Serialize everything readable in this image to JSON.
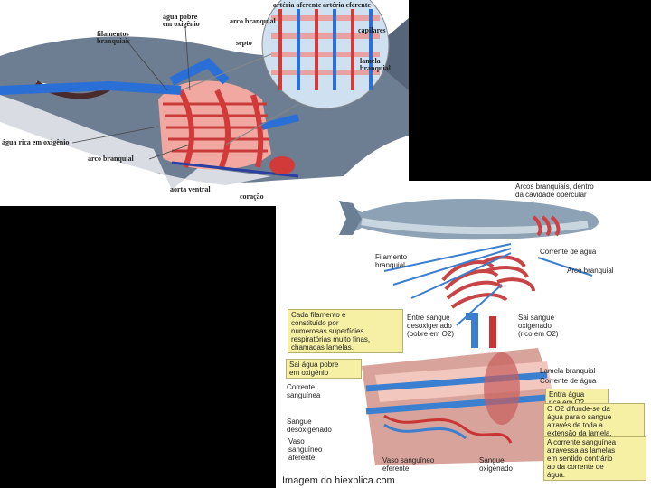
{
  "shark_diagram": {
    "labels": {
      "arteria_aferente": "artéria\naferente",
      "arteria_eferente": "artéria\neferente",
      "agua_pobre": "água pobre\nem oxigênio",
      "arco_branquial_top": "arco branquial",
      "filamentos": "filamentos\nbranquiais",
      "capilares": "capilares",
      "septo": "septo",
      "lamela": "lamela\nbranquial",
      "agua_rica": "água rica em oxigênio",
      "arco_branquial_bottom": "arco branquial",
      "aorta_ventral": "aorta ventral",
      "coracao": "coração"
    },
    "colors": {
      "water_blue": "#2a6fd6",
      "blood_red": "#d23a3a",
      "shark_body": "#6d7d92"
    }
  },
  "fish_diagram": {
    "labels": {
      "arcos_branquiais": "Arcos branquiais, dentro\nda cavidade opercular",
      "filamento": "Filamento\nbranquial",
      "corrente_agua_top": "Corrente de água",
      "arco_branquial": "Arco branquial",
      "entre_sangue": "Entre sangue\ndesoxigenado\n(pobre em O2)",
      "sai_sangue": "Sai sangue\noxigenado\n(rico em O2)",
      "lamela": "Lamela branquial",
      "corrente_agua": "Corrente de água",
      "corrente_sanguinea": "Corrente\nsanguínea",
      "sangue_desoxigenado": "Sangue\ndesoxigenado",
      "vaso_aferente": "Vaso\nsanguíneo\naferente",
      "vaso_eferente": "Vaso sanguíneo\neferente",
      "sangue_oxigenado": "Sangue\noxigenado"
    },
    "notes": {
      "cada_filamento": "Cada filamento é\nconstituído por\nnumerosas superfícies\nrespiratórias muito finas,\nchamadas lamelas.",
      "sai_agua": "Sai água pobre\nem oxigênio",
      "entra_agua": "Entra água\nrica em O2",
      "o2_difunde": "O O2 difunde-se da\nágua para o sangue\natravés de toda a\nextensão da lamela.",
      "corrente_sanguinea_note": "A corrente sanguínea\natravessa as lamelas\nem sentido contrário\nao da corrente de\nágua."
    },
    "colors": {
      "water_blue": "#3b7fd0",
      "blood_red": "#c93434",
      "note_yellow": "#f6f0a4"
    }
  },
  "credit": "Imagem do hiexplica.com"
}
